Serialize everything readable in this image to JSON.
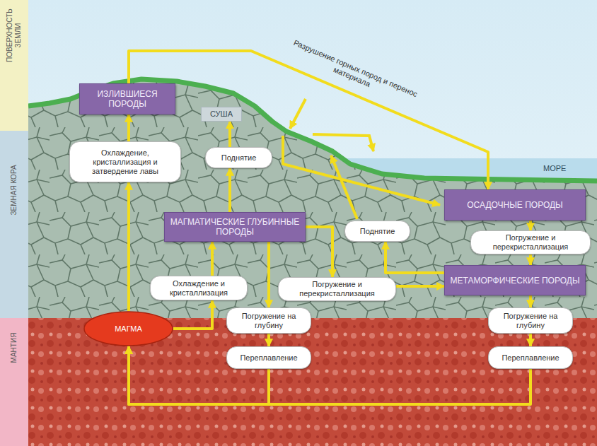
{
  "diagram": {
    "nodes": [
      {
        "text": [
          "ПОВЕРХНОСТЬ ЗЕМЛИ"
        ]
      },
      {
        "text": [
          "ЗЕМНАЯ КОРА"
        ]
      },
      {
        "text": [
          "МАНТИЯ"
        ]
      },
      {
        "text": [
          "ИЗЛИВШИЕСЯ ПОРОДЫ"
        ]
      },
      {
        "text": [
          "СУША"
        ]
      },
      {
        "text": [
          "Охлаждение, кристаллизация и затвердение лавы"
        ]
      },
      {
        "text": [
          "Поднятие"
        ]
      },
      {
        "text": [
          "МАГМАТИЧЕСКИЕ ГЛУБИННЫЕ ПОРОДЫ"
        ]
      },
      {
        "text": [
          "Поднятие"
        ]
      },
      {
        "text": [
          "ОСАДОЧНЫЕ ПОРОДЫ"
        ]
      },
      {
        "text": [
          "Погружение и перекристаллизация"
        ]
      },
      {
        "text": [
          "Охлаждение и кристаллизация"
        ]
      },
      {
        "text": [
          "Погружение и перекристаллизация"
        ]
      },
      {
        "text": [
          "МЕТАМОРФИЧЕСКИЕ ПОРОДЫ"
        ]
      },
      {
        "text": [
          "МАГМА"
        ]
      },
      {
        "text": [
          "Погружение на глубину"
        ]
      },
      {
        "text": [
          "Переплавление"
        ]
      },
      {
        "text": [
          "Погружение на глубину"
        ]
      },
      {
        "text": [
          "Переплавление"
        ]
      }
    ],
    "edges": [
      {
        "from": 14,
        "to": 5,
        "arrow": "to"
      },
      {
        "from": 5,
        "to": 3,
        "arrow": "to"
      },
      {
        "from": 14,
        "to": 11,
        "arrow": "to"
      },
      {
        "from": 11,
        "to": 7,
        "arrow": "to"
      },
      {
        "from": 7,
        "to": 6,
        "arrow": "to"
      },
      {
        "from": 6,
        "to": 4,
        "arrow": "to"
      },
      {
        "from": 7,
        "to": 15,
        "arrow": "to"
      },
      {
        "from": 15,
        "to": 16,
        "arrow": "to"
      },
      {
        "from": 16,
        "to": 14,
        "arrow": "to"
      },
      {
        "from": 7,
        "to": 12,
        "arrow": "to"
      },
      {
        "from": 12,
        "to": 13,
        "arrow": "to"
      },
      {
        "from": 9,
        "to": 10,
        "arrow": "to"
      },
      {
        "from": 10,
        "to": 13,
        "arrow": "to"
      },
      {
        "from": 13,
        "to": 17,
        "arrow": "to"
      },
      {
        "from": 17,
        "to": 18,
        "arrow": "to"
      },
      {
        "from": 18,
        "to": 14,
        "arrow": "to"
      },
      {
        "from": 13,
        "to": 8,
        "arrow": "to"
      },
      {
        "from": 3,
        "to": 9,
        "label": "Разрушение горных пород и перенос материала",
        "arrow": "to"
      }
    ],
    "labels": [
      "МОРЕ"
    ]
  }
}
